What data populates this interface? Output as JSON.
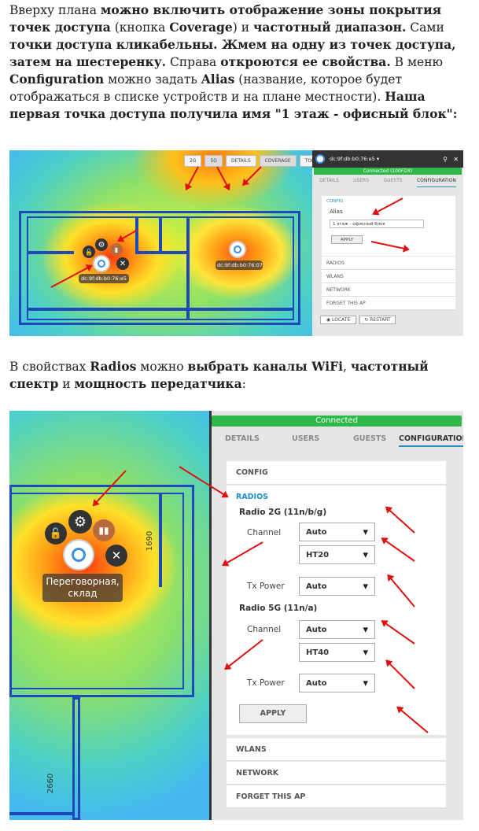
{
  "intro": {
    "p1": "Вверху плана ",
    "b1": "можно включить отображение зоны покрытия точек доступа",
    "p2": " (кнопка ",
    "b2": "Coverage",
    "p3": ") и ",
    "b3": "частотный диапазон.",
    "p4": " Сами ",
    "b4": "точки доступа кликабельны. Жмем на одну из точек доступа, затем на шестеренку.",
    "p5": " Справа ",
    "b5": "откроются ее свойства.",
    "p6": " В меню ",
    "b6": "Configuration",
    "p7": " можно задать ",
    "b7": "Alias",
    "p8": " (название, которое будет отображаться в списке устройств и на плане местности). ",
    "b8": "Наша первая точка доступа получила имя \"1 этаж - офисный блок\":"
  },
  "radios_text": {
    "p1": "В свойствах ",
    "b1": "Radios",
    "p2": " можно ",
    "b2": "выбрать каналы WiFi",
    "p3": ", ",
    "b3": "частотный спектр",
    "p4": " и ",
    "b4": "мощность передатчика",
    "p5": ":"
  },
  "fig1": {
    "toolbar": {
      "band_2g": "2G",
      "band_5g": "5G",
      "details": "DETAILS",
      "coverage": "COVERAGE",
      "topology": "TOPOLO"
    },
    "ap1_label": "dc:9f:db:b0:76:e5",
    "ap2_label": "dc:9f:db:b0:76:07",
    "panel": {
      "device": "dc:9f:db:b0:76:e5 ▾",
      "status": "Connected (100FDX)",
      "tabs": [
        "DETAILS",
        "USERS",
        "GUESTS",
        "CONFIGURATION"
      ],
      "config_title": "CONFIG",
      "alias_label": "Alias",
      "alias_value": "1 этаж - офисный блок",
      "apply": "APPLY",
      "rows": [
        "RADIOS",
        "WLANS",
        "NETWORK",
        "FORGET THIS AP"
      ],
      "locate": "LOCATE",
      "restart": "RESTART"
    }
  },
  "fig2": {
    "ap_label": "Переговорная, склад",
    "dim1": "1690",
    "dim2": "2660",
    "panel": {
      "status": "Connected",
      "tabs": [
        "DETAILS",
        "USERS",
        "GUESTS",
        "CONFIGURATION"
      ],
      "config": "CONFIG",
      "radios": "RADIOS",
      "radio2g": "Radio 2G (11n/b/g)",
      "channel": "Channel",
      "channel_2g": "Auto",
      "ht_2g": "HT20",
      "txpower": "Tx Power",
      "tx_2g": "Auto",
      "radio5g": "Radio 5G (11n/a)",
      "channel_5g": "Auto",
      "ht_5g": "HT40",
      "tx_5g": "Auto",
      "apply": "APPLY",
      "rows": [
        "WLANS",
        "NETWORK",
        "FORGET THIS AP"
      ]
    }
  },
  "colors": {
    "accent": "#1f8fc8",
    "connected": "#2fb84a",
    "arrow": "#e01010",
    "wall": "#1f49b8"
  }
}
